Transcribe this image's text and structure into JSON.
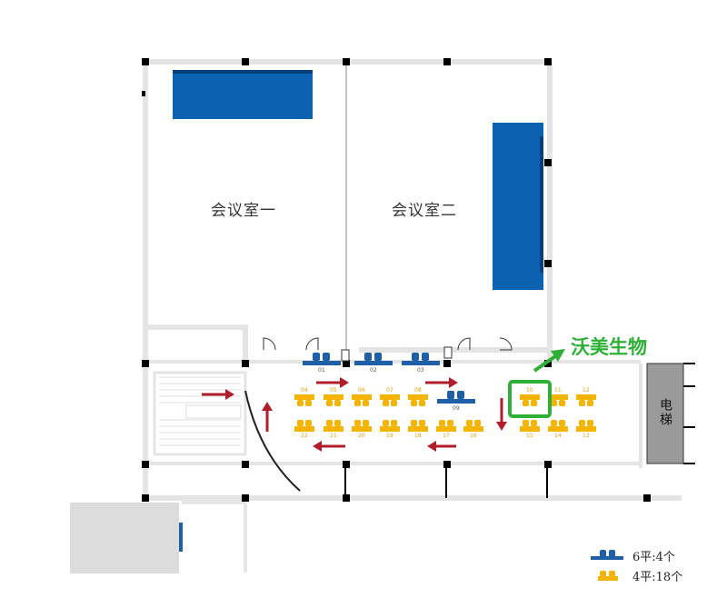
{
  "rooms": {
    "meeting_room_1": "会议室一",
    "meeting_room_2": "会议室二",
    "elevator": "电梯"
  },
  "highlight": {
    "brand_label": "沃美生物",
    "booth_number": "10"
  },
  "booths_6": [
    "01",
    "02",
    "03",
    "09"
  ],
  "booths_4_top": [
    "04",
    "05",
    "06",
    "07",
    "08",
    "10",
    "11",
    "12"
  ],
  "booths_4_bottom": [
    "22",
    "21",
    "20",
    "19",
    "18",
    "17",
    "16",
    "15",
    "14",
    "13"
  ],
  "legend": {
    "six_label": "6平:4个",
    "four_label": "4平:18个"
  },
  "colors": {
    "wall": "#e6e6e6",
    "display_blue": "#0a62b0",
    "six_booth": "#1e5fa8",
    "four_booth": "#f5b400",
    "arrow": "#b01e2a",
    "highlight": "#2db036",
    "elevator": "#9a9a9a",
    "pillar": "#000000"
  }
}
